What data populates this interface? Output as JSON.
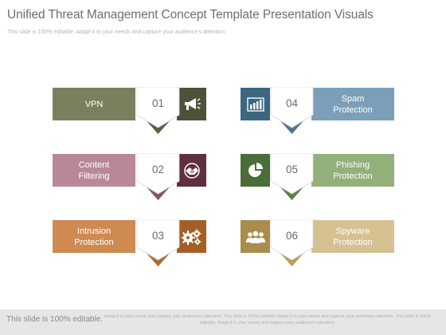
{
  "title": "Unified Threat Management Concept Template Presentation Visuals",
  "subtitle": "This slide is 100% editable. Adapt it to your needs and capture your audience's attention.",
  "items": [
    {
      "label": "VPN",
      "number": "01",
      "icon": "megaphone-icon",
      "color": "#79805e",
      "tip": "#595f40",
      "icon_color": "#4d5238",
      "side": "left"
    },
    {
      "label": "Content\nFiltering",
      "number": "02",
      "icon": "handshake-icon",
      "color": "#b98896",
      "tip": "#8a5566",
      "icon_color": "#5f2f40",
      "side": "left"
    },
    {
      "label": "Intrusion\nProtection",
      "number": "03",
      "icon": "gears-icon",
      "color": "#cf8a52",
      "tip": "#b26a2d",
      "icon_color": "#a35f25",
      "side": "left"
    },
    {
      "label": "Spam\nProtection",
      "number": "04",
      "icon": "bar-chart-icon",
      "color": "#7b9fb8",
      "tip": "#4f7690",
      "icon_color": "#3d6680",
      "side": "right"
    },
    {
      "label": "Phishing\nProtection",
      "number": "05",
      "icon": "pie-chart-icon",
      "color": "#93b07a",
      "tip": "#5f8048",
      "icon_color": "#4c6c38",
      "side": "right"
    },
    {
      "label": "Spyware\nProtection",
      "number": "06",
      "icon": "group-icon",
      "color": "#d5c191",
      "tip": "#b89f5e",
      "icon_color": "#a88d4c",
      "side": "right"
    }
  ],
  "footer": {
    "strong": "This slide is 100% editable.",
    "small": "Adapt it to your needs and capture your audience's attention. This slide is 100% editable. Adapt it to your needs and capture your audiences attention. This slide is 100% editable. Adapt it to your needs and capture your audience's attention."
  }
}
